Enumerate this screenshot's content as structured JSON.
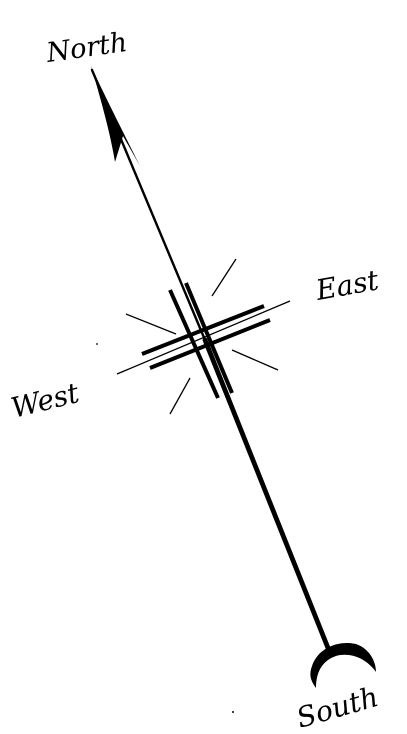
{
  "compass": {
    "labels": {
      "north": "North",
      "east": "East",
      "west": "West",
      "south": "South"
    },
    "ink_color": "#000000",
    "background_color": "#ffffff"
  }
}
